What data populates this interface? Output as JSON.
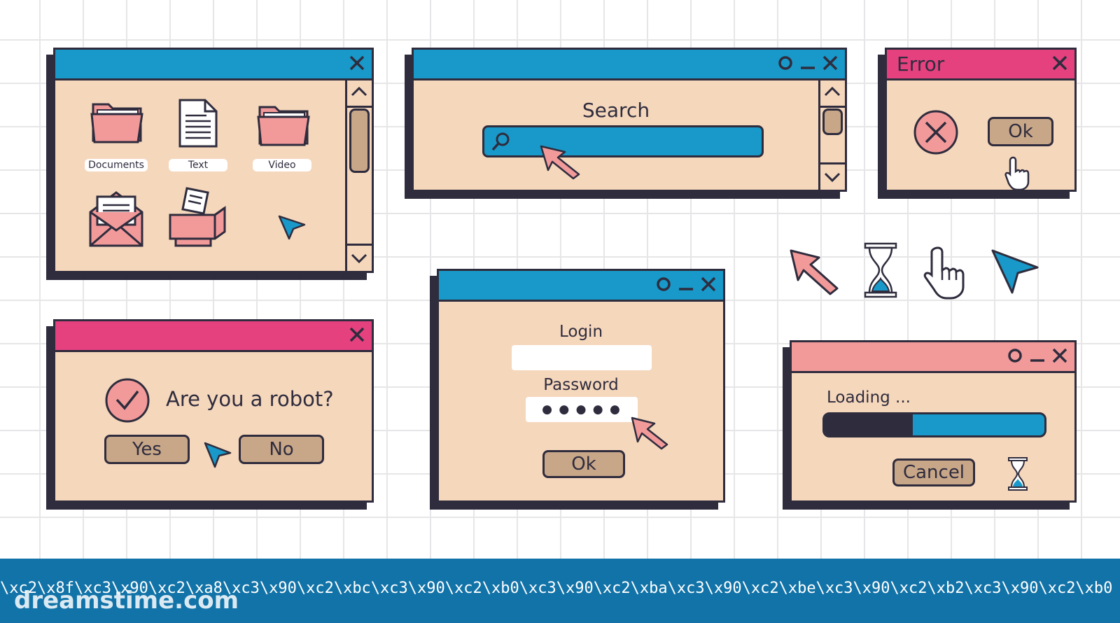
{
  "colors": {
    "dark": "#2f2c3d",
    "peach": "#f5d7bc",
    "blue": "#1899c9",
    "pink": "#e6417f",
    "salmon": "#f29a9a",
    "button": "#c8a789"
  },
  "files_window": {
    "items": [
      {
        "label": "Documents",
        "icon": "folder-icon"
      },
      {
        "label": "Text",
        "icon": "text-document-icon"
      },
      {
        "label": "Video",
        "icon": "folder-icon"
      },
      {
        "label": "",
        "icon": "mail-icon"
      },
      {
        "label": "",
        "icon": "printer-icon"
      }
    ]
  },
  "search_window": {
    "title": "Search"
  },
  "error_window": {
    "title": "Error",
    "ok_label": "Ok"
  },
  "robot_window": {
    "question": "Are you a robot?",
    "yes_label": "Yes",
    "no_label": "No"
  },
  "login_window": {
    "login_label": "Login",
    "password_label": "Password",
    "password_mask": "● ● ● ● ●",
    "ok_label": "Ok"
  },
  "loading_window": {
    "label": "Loading ...",
    "progress": 0.4,
    "cancel_label": "Cancel"
  },
  "footer": {
    "brand": "dreamstime.com",
    "code": "\\xc2\\x8f\\xc3\\x90\\xc2\\xa8\\xc3\\x90\\xc2\\xbc\\xc3\\x90\\xc2\\xb0\\xc3\\x90\\xc2\\xba\\xc3\\x90\\xc2\\xbe\\xc3\\x90\\xc2\\xb2\\xc3\\x90\\xc2\\xb0"
  }
}
